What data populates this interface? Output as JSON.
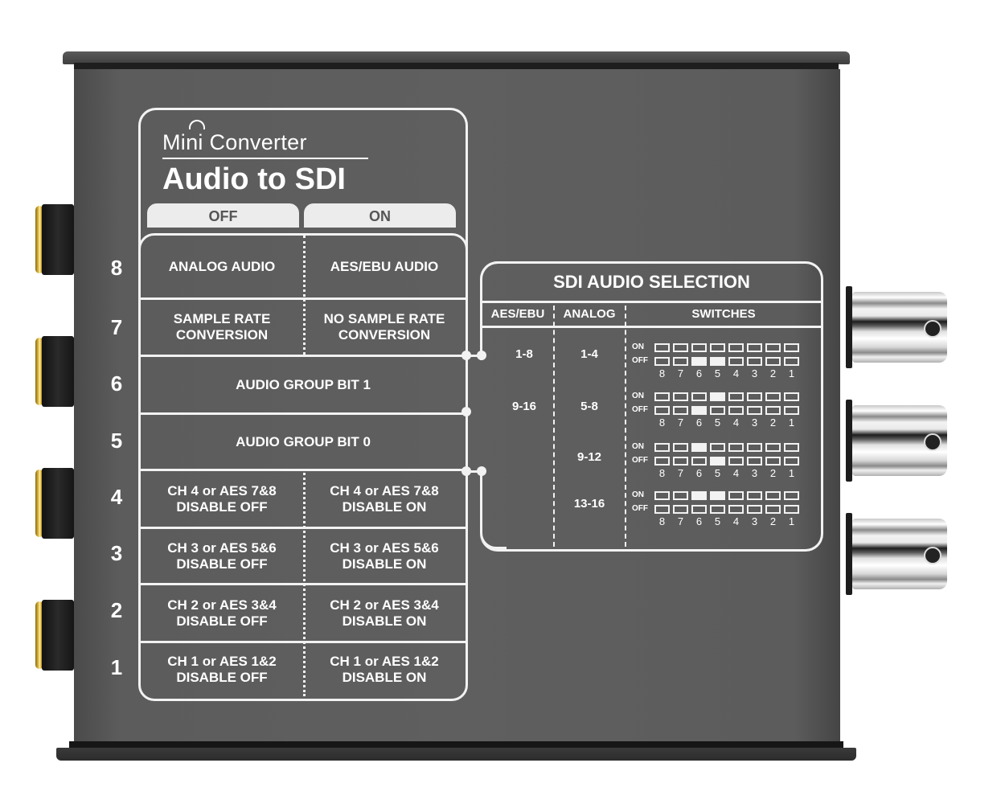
{
  "device": {
    "brand_line": "Mini Converter",
    "product_name": "Audio to SDI",
    "header_tabs": [
      "OFF",
      "ON"
    ]
  },
  "switch_numbers": [
    "8",
    "7",
    "6",
    "5",
    "4",
    "3",
    "2",
    "1"
  ],
  "switch_table": [
    {
      "switch": "8",
      "off": "ANALOG AUDIO",
      "on": "AES/EBU AUDIO"
    },
    {
      "switch": "7",
      "off": "SAMPLE RATE\nCONVERSION",
      "on": "NO SAMPLE RATE\nCONVERSION"
    },
    {
      "switch": "6",
      "full": "AUDIO GROUP BIT 1"
    },
    {
      "switch": "5",
      "full": "AUDIO GROUP BIT 0"
    },
    {
      "switch": "4",
      "off": "CH 4 or AES 7&8\nDISABLE OFF",
      "on": "CH 4 or AES 7&8\nDISABLE ON"
    },
    {
      "switch": "3",
      "off": "CH 3 or AES 5&6\nDISABLE OFF",
      "on": "CH 3 or AES 5&6\nDISABLE ON"
    },
    {
      "switch": "2",
      "off": "CH 2 or AES 3&4\nDISABLE OFF",
      "on": "CH 2 or AES 3&4\nDISABLE ON"
    },
    {
      "switch": "1",
      "off": "CH 1 or AES 1&2\nDISABLE OFF",
      "on": "CH 1 or AES 1&2\nDISABLE ON"
    }
  ],
  "sdi_selection": {
    "title": "SDI AUDIO SELECTION",
    "headers": [
      "AES/EBU",
      "ANALOG",
      "SWITCHES"
    ],
    "row_labels": {
      "on": "ON",
      "off": "OFF"
    },
    "aes_ebu": [
      "1-8",
      "9-16"
    ],
    "analog": [
      "1-4",
      "5-8",
      "9-12",
      "13-16"
    ],
    "diagrams": [
      {
        "on_filled": [],
        "off_filled": [
          "6",
          "5"
        ]
      },
      {
        "on_filled": [
          "5"
        ],
        "off_filled": [
          "6"
        ]
      },
      {
        "on_filled": [
          "6"
        ],
        "off_filled": [
          "5"
        ]
      },
      {
        "on_filled": [
          "6",
          "5"
        ],
        "off_filled": []
      }
    ]
  },
  "connectors": {
    "left": "audio-jack x4 (gold ring)",
    "right": "BNC x3"
  },
  "colors": {
    "panel": "#5f5f5f",
    "label_white": "#f2f2f2",
    "tab_fill": "#ececec",
    "jack_gold": "#e6c24a"
  }
}
